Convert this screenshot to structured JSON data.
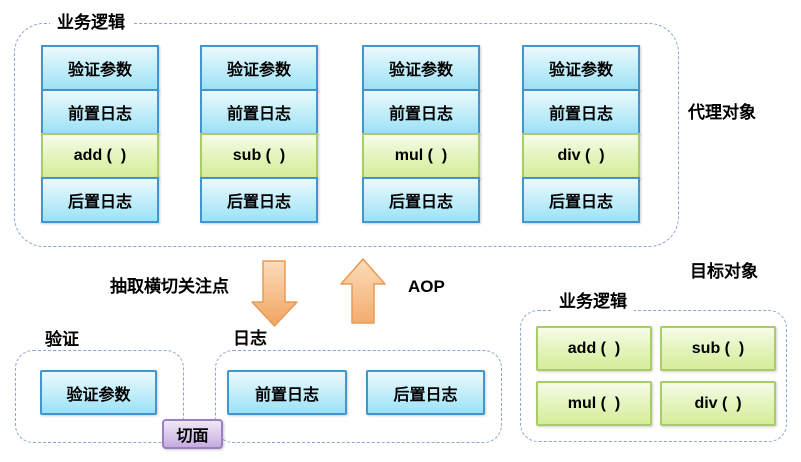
{
  "proxy_group": {
    "label": "业务逻辑",
    "side_label": "代理对象",
    "columns": [
      {
        "cells": [
          {
            "text": "验证参数"
          },
          {
            "text": "前置日志"
          },
          {
            "text": "add (  )"
          },
          {
            "text": "后置日志"
          }
        ]
      },
      {
        "cells": [
          {
            "text": "验证参数"
          },
          {
            "text": "前置日志"
          },
          {
            "text": "sub (  )"
          },
          {
            "text": "后置日志"
          }
        ]
      },
      {
        "cells": [
          {
            "text": "验证参数"
          },
          {
            "text": "前置日志"
          },
          {
            "text": "mul (  )"
          },
          {
            "text": "后置日志"
          }
        ]
      },
      {
        "cells": [
          {
            "text": "验证参数"
          },
          {
            "text": "前置日志"
          },
          {
            "text": "div (  )"
          },
          {
            "text": "后置日志"
          }
        ]
      }
    ]
  },
  "middle": {
    "extract_label": "抽取横切关注点",
    "aop_label": "AOP"
  },
  "validation_group": {
    "label": "验证",
    "boxes": [
      {
        "text": "验证参数"
      }
    ]
  },
  "logging_group": {
    "label": "日志",
    "boxes": [
      {
        "text": "前置日志"
      },
      {
        "text": "后置日志"
      }
    ]
  },
  "aspect_box": {
    "label": "切面"
  },
  "target_group": {
    "title": "目标对象",
    "label": "业务逻辑",
    "boxes": [
      {
        "text": "add (  )"
      },
      {
        "text": "sub (  )"
      },
      {
        "text": "mul (  )"
      },
      {
        "text": "div (  )"
      }
    ]
  },
  "colors": {
    "dashed_border": "#8ba6cf",
    "blue_box_border": "#4295cd",
    "blue_box_fill_top": "#eafafd",
    "blue_box_fill_bottom": "#9ce2f6",
    "green_box_border": "#a9cc69",
    "green_box_fill_top": "#f6fce9",
    "green_box_fill_bottom": "#d5ed98",
    "purple_box_border": "#9b7fc4",
    "purple_box_fill_bottom": "#c5abe0",
    "arrow_fill_top": "#fcd9b4",
    "arrow_fill_bottom": "#f2a360",
    "arrow_stroke": "#e89a55",
    "text": "#000000"
  }
}
